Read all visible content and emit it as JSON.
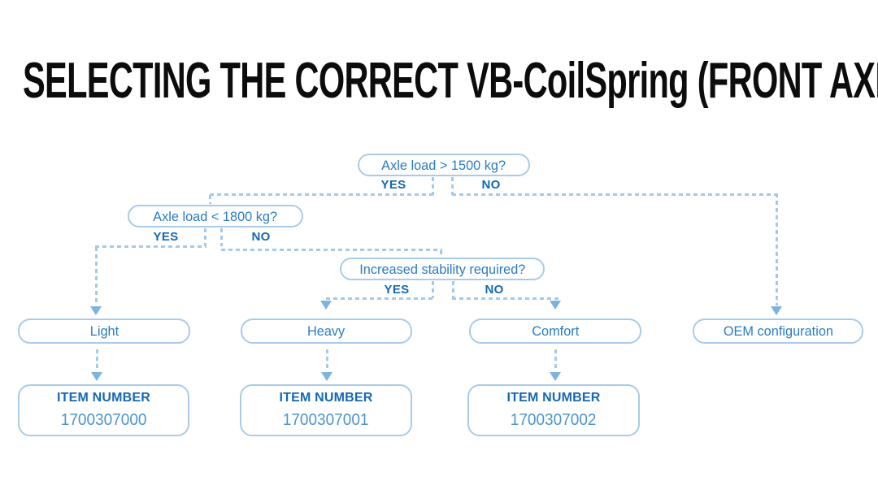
{
  "title": "SELECTING THE CORRECT VB-CoilSpring (FRONT AXLE)",
  "decisions": [
    {
      "question": "Axle load > 1500 kg?",
      "yes": "YES",
      "no": "NO"
    },
    {
      "question": "Axle load < 1800 kg?",
      "yes": "YES",
      "no": "NO"
    },
    {
      "question": "Increased stability required?",
      "yes": "YES",
      "no": "NO"
    }
  ],
  "results": [
    {
      "label": "Light"
    },
    {
      "label": "Heavy"
    },
    {
      "label": "Comfort"
    },
    {
      "label": "OEM configuration"
    }
  ],
  "item_boxes": [
    {
      "heading": "ITEM NUMBER",
      "number": "1700307000"
    },
    {
      "heading": "ITEM NUMBER",
      "number": "1700307001"
    },
    {
      "heading": "ITEM NUMBER",
      "number": "1700307002"
    }
  ],
  "colors": {
    "border": "#a9cbe9",
    "dash": "#a5c9e8",
    "arrow": "#7eb3dd",
    "question": "#2b7cc2",
    "strong": "#1568b3",
    "number": "#4e94cd",
    "title": "#0c0c0c",
    "bg": "#ffffff"
  }
}
